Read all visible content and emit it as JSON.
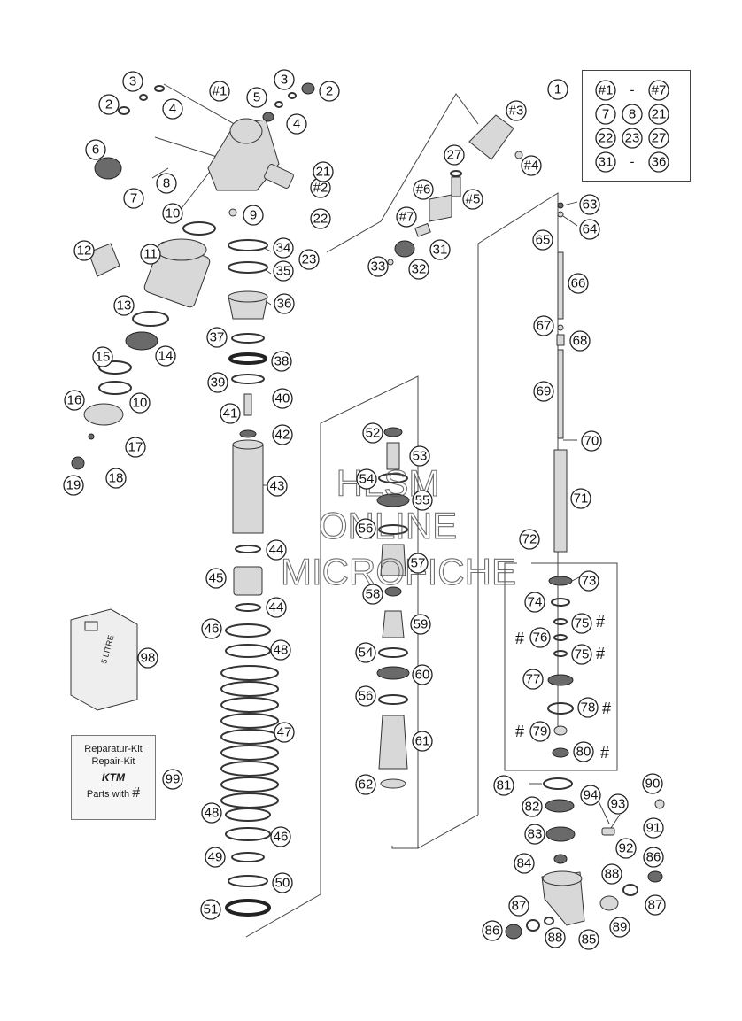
{
  "legend": {
    "ref": "1",
    "rows": [
      [
        "#1",
        "-",
        "#7"
      ],
      [
        "7",
        "8",
        "21"
      ],
      [
        "22",
        "23",
        "27"
      ],
      [
        "31",
        "-",
        "36"
      ]
    ]
  },
  "repair_kit": {
    "line1": "Reparatur-Kit",
    "line2": "Repair-Kit",
    "logo": "KTM",
    "parts_with": "Parts with",
    "symbol": "#"
  },
  "oil_can": {
    "label": "5 LITRE"
  },
  "watermark": {
    "line1": "HLSM",
    "line2": "ONLINE",
    "line3": "MICROFICHE"
  },
  "callouts": [
    "#1",
    "#2",
    "#3",
    "#4",
    "#5",
    "#6",
    "#7",
    "1",
    "2",
    "2",
    "3",
    "3",
    "4",
    "4",
    "5",
    "6",
    "7",
    "8",
    "9",
    "10",
    "10",
    "11",
    "12",
    "13",
    "14",
    "15",
    "16",
    "17",
    "18",
    "19",
    "21",
    "22",
    "23",
    "27",
    "31",
    "32",
    "33",
    "34",
    "35",
    "36",
    "37",
    "38",
    "39",
    "40",
    "41",
    "42",
    "43",
    "44",
    "44",
    "45",
    "46",
    "46",
    "47",
    "48",
    "48",
    "49",
    "50",
    "51",
    "52",
    "53",
    "54",
    "54",
    "55",
    "56",
    "56",
    "57",
    "58",
    "59",
    "60",
    "61",
    "62",
    "63",
    "64",
    "65",
    "66",
    "67",
    "68",
    "69",
    "70",
    "71",
    "72",
    "73",
    "74",
    "75",
    "75",
    "76",
    "77",
    "78",
    "79",
    "80",
    "81",
    "82",
    "83",
    "84",
    "85",
    "86",
    "86",
    "87",
    "87",
    "88",
    "88",
    "89",
    "90",
    "91",
    "92",
    "93",
    "94",
    "98",
    "99"
  ],
  "hash_marks": "#"
}
